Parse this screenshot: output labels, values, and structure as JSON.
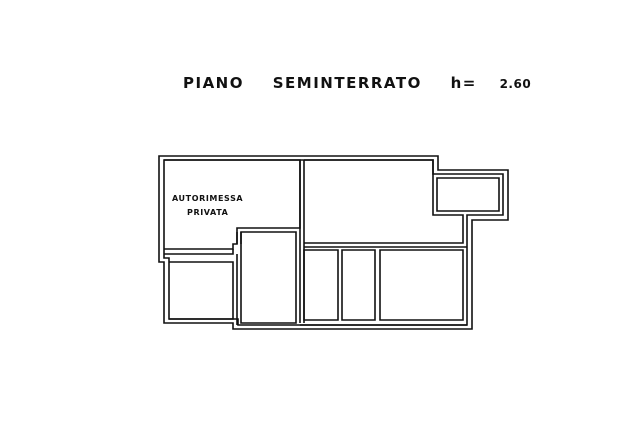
{
  "title": {
    "floor": "PIANO",
    "level": "SEMINTERRATO",
    "height_label": "h=",
    "height_value": "2.60"
  },
  "rooms": [
    {
      "id": "garage",
      "label_line1": "AUTORIMESSA",
      "label_line2": "PRIVATA"
    },
    {
      "id": "large-room-top-center",
      "label_line1": "",
      "label_line2": ""
    },
    {
      "id": "small-room-top-right",
      "label_line1": "",
      "label_line2": ""
    },
    {
      "id": "room-bottom-left",
      "label_line1": "",
      "label_line2": ""
    },
    {
      "id": "room-corridor",
      "label_line1": "",
      "label_line2": ""
    },
    {
      "id": "room-bottom-1",
      "label_line1": "",
      "label_line2": ""
    },
    {
      "id": "room-bottom-2",
      "label_line1": "",
      "label_line2": ""
    },
    {
      "id": "room-bottom-3",
      "label_line1": "",
      "label_line2": ""
    }
  ],
  "colors": {
    "wall": "#111111",
    "background": "#ffffff"
  }
}
